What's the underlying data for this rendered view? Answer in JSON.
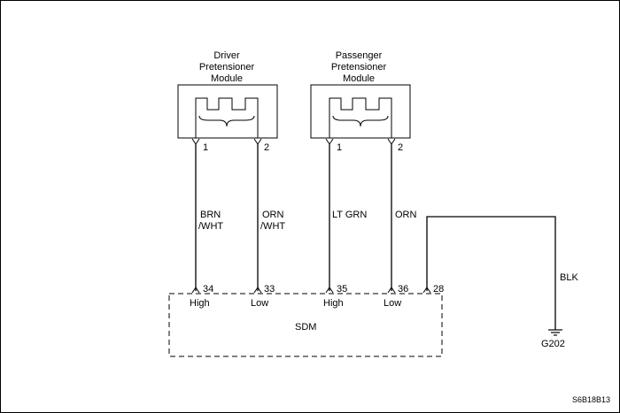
{
  "modules": {
    "driver": {
      "line1": "Driver",
      "line2": "Pretensioner",
      "line3": "Module"
    },
    "passenger": {
      "line1": "Passenger",
      "line2": "Pretensioner",
      "line3": "Module"
    }
  },
  "connector_pins": {
    "driver_pin1": "1",
    "driver_pin2": "2",
    "passenger_pin1": "1",
    "passenger_pin2": "2"
  },
  "wires": {
    "w1_line1": "BRN",
    "w1_line2": "/WHT",
    "w2_line1": "ORN",
    "w2_line2": "/WHT",
    "w3": "LT GRN",
    "w4": "ORN",
    "w5": "BLK"
  },
  "sdm": {
    "label": "SDM",
    "pins": [
      "34",
      "33",
      "35",
      "36",
      "28"
    ],
    "pin_labels": [
      "High",
      "Low",
      "High",
      "Low"
    ]
  },
  "ground": {
    "label": "G202"
  },
  "figure_code": "S6B18B13",
  "colors": {
    "line": "#000000",
    "background": "#ffffff"
  }
}
